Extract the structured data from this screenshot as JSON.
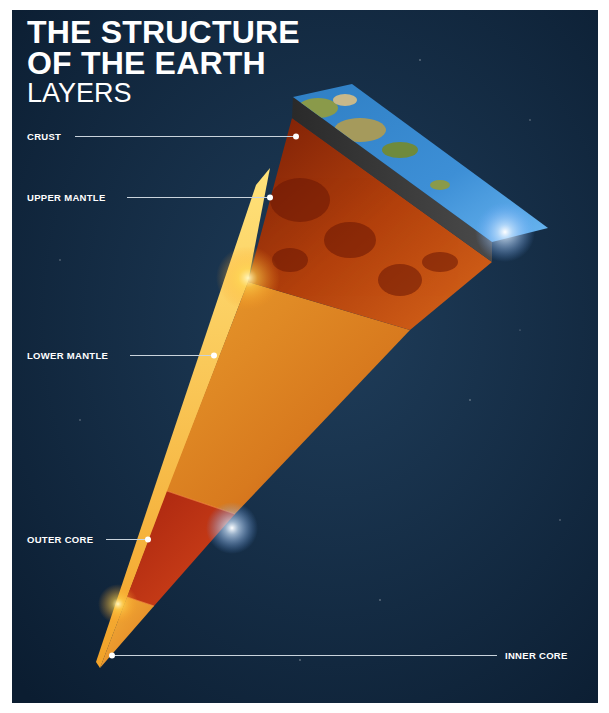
{
  "diagram": {
    "title": "THE STRUCTURE OF THE EARTH",
    "labels": [
      "LAYERS",
      "CRUST",
      "UPPER MANTLE",
      "LOWER MANTLE",
      "OUTER CORE",
      "INNER CORE"
    ]
  }
}
